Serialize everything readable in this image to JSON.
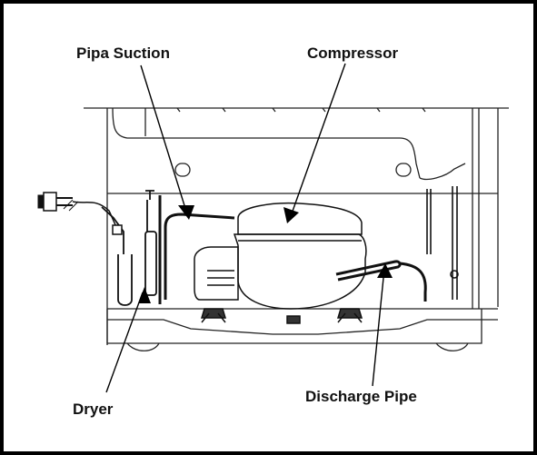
{
  "labels": {
    "suction": "Pipa Suction",
    "compressor": "Compressor",
    "dryer": "Dryer",
    "discharge": "Discharge Pipe"
  }
}
